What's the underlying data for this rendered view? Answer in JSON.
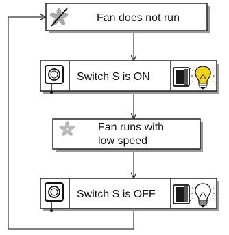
{
  "colors": {
    "box_stroke": "#222222",
    "box_shadow": "#9a9a9a",
    "arrow": "#333333",
    "fan_blades": "#a9a9a9",
    "fan_blades_slow": "#b9b9b9",
    "strike_line": "#111111",
    "bulb_on": "#f1d417",
    "bulb_off": "#ffffff",
    "switch_body": "#1a1a1a"
  },
  "steps": [
    {
      "text": "Fan does not run",
      "icons": [
        "fan-icon",
        "strike-through"
      ]
    },
    {
      "text": "Switch S is ON",
      "icons": [
        "timer-switch-icon",
        "wall-switch-icon",
        "light-bulb-on-icon"
      ]
    },
    {
      "text_lines": [
        "Fan runs with",
        "low speed"
      ],
      "icons": [
        "fan-icon"
      ]
    },
    {
      "text": "Switch S is OFF",
      "icons": [
        "timer-switch-icon",
        "wall-switch-icon",
        "light-bulb-off-icon"
      ]
    }
  ]
}
